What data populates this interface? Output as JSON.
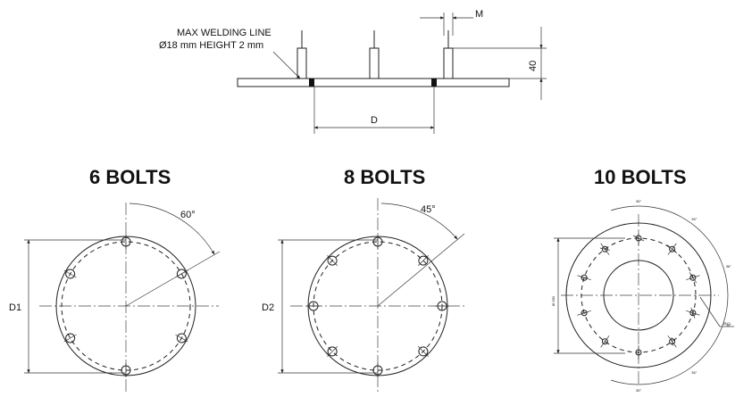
{
  "top_view": {
    "note_line1": "MAX WELDING LINE",
    "note_line2": "Ø18 mm HEIGHT 2 mm",
    "label_m": "M",
    "label_height": "40",
    "label_d": "D"
  },
  "six_bolts": {
    "title": "6 BOLTS",
    "angle": "60°",
    "dia_label": "D1"
  },
  "eight_bolts": {
    "title": "8 BOLTS",
    "angle": "45°",
    "dia_label": "D2"
  },
  "ten_bolts": {
    "title": "10 BOLTS",
    "angle": "36°",
    "dia_label": "Ø 280",
    "hole_label": "Ø12"
  }
}
